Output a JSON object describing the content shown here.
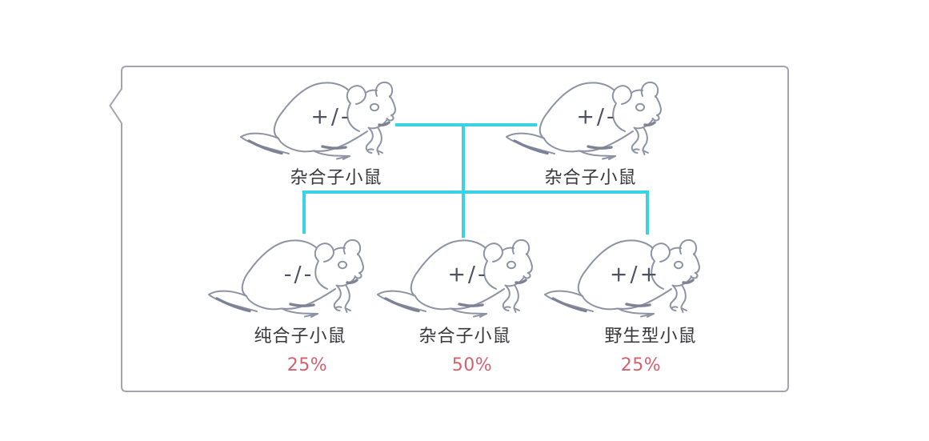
{
  "diagram": {
    "type": "genetics-cross-pedigree",
    "parents": [
      {
        "genotype": "+/-",
        "label": "杂合子小鼠"
      },
      {
        "genotype": "+/-",
        "label": "杂合子小鼠"
      }
    ],
    "offspring": [
      {
        "genotype": "-/-",
        "label": "纯合子小鼠",
        "percent": "25%"
      },
      {
        "genotype": "+/-",
        "label": "杂合子小鼠",
        "percent": "50%"
      },
      {
        "genotype": "+/+",
        "label": "野生型小鼠",
        "percent": "25%"
      }
    ],
    "colors": {
      "connector": "#38d3e5",
      "frame": "#a4a4b2",
      "mouse_stroke": "#8e93a4",
      "mouse_shade": "#7d8295",
      "label_text": "#37373c",
      "genotype_text": "#4e5260",
      "percent_text": "#d2626e"
    }
  }
}
